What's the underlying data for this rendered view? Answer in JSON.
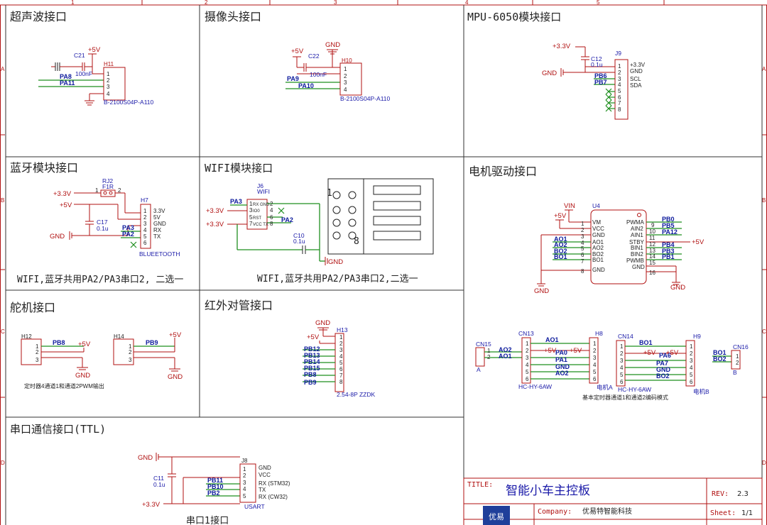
{
  "border": {
    "columns": [
      "1",
      "2",
      "3",
      "4",
      "5"
    ],
    "rows": [
      "A",
      "B",
      "C",
      "D"
    ]
  },
  "sections": {
    "ultrasonic": "超声波接口",
    "camera": "摄像头接口",
    "mpu": "MPU-6050模块接口",
    "bluetooth": "蓝牙模块接口",
    "wifi": "WIFI模块接口",
    "motor": "电机驱动接口",
    "servo": "舵机接口",
    "infrared": "红外对管接口",
    "serial": "串口通信接口(TTL)"
  },
  "notes": {
    "bt_share": "WIFI,蓝牙共用PA2/PA3串口2, 二选一",
    "wifi_share": "WIFI,蓝牙共用PA2/PA3串口2,二选一",
    "servo_pwm": "定时器4通道1和通道2PWM输出",
    "encoder": "基本定时器通道1和通道2编码模式",
    "serial1": "串口1接口"
  },
  "power": {
    "p5": "+5V",
    "p33": "+3.3V",
    "gnd": "GND",
    "vin": "VIN"
  },
  "ultrasonic": {
    "cap": "C21",
    "cap_val": "100nF",
    "conn": "H11",
    "part": "B-2100S04P-A110",
    "nets": [
      "PA8",
      "PA11"
    ],
    "pins": [
      "1",
      "2",
      "3",
      "4"
    ]
  },
  "camera": {
    "cap": "C22",
    "cap_val": "100nF",
    "conn": "H10",
    "part": "B-2100S04P-A110",
    "nets": [
      "PA9",
      "PA10"
    ],
    "pins": [
      "1",
      "2",
      "3",
      "4"
    ]
  },
  "mpu": {
    "cap": "C12",
    "cap_val": "0.1u",
    "conn": "J9",
    "nets": [
      "PB6",
      "PB7"
    ],
    "pins": [
      "1",
      "2",
      "3",
      "4",
      "5",
      "6",
      "7",
      "8"
    ],
    "pin_names": [
      "+3.3V",
      "GND",
      "SCL",
      "SDA"
    ]
  },
  "bt": {
    "res": "RJ2",
    "res_val": "F1R",
    "cap": "C17",
    "cap_val": "0.1u",
    "conn": "H7",
    "nets": [
      "PA3",
      "PA2"
    ],
    "pins": [
      "1",
      "2",
      "3",
      "4",
      "5",
      "6"
    ],
    "pin_names": [
      "3.3V",
      "5V",
      "GND",
      "RX",
      "TX"
    ],
    "part": "BLUEETOOTH",
    "res_pins": [
      "1",
      "2"
    ]
  },
  "wifi": {
    "conn": "J6",
    "name": "WIFI",
    "cap": "C10",
    "cap_val": "0.1u",
    "nets": [
      "PA3",
      "PA2"
    ],
    "pins_l": [
      "1",
      "3",
      "5",
      "7"
    ],
    "pins_r": [
      "2",
      "4",
      "6",
      "8"
    ],
    "names_l": [
      "RX GND",
      "IO0",
      "RST",
      "VCC  TX"
    ],
    "names_r": [],
    "fp_1": "1",
    "fp_8": "8"
  },
  "motor": {
    "ic": "U4",
    "left_nets": [
      "AO1",
      "AO2",
      "BO2",
      "BO1"
    ],
    "left_pins": [
      "1",
      "2",
      "3",
      "4",
      "5",
      "6",
      "7",
      "8"
    ],
    "left_names": [
      "VM",
      "VCC",
      "GND",
      "AO1",
      "AO2",
      "BO2",
      "BO1",
      "GND"
    ],
    "right_pins": [
      "9",
      "10",
      "11",
      "12",
      "13",
      "14",
      "15",
      "16"
    ],
    "right_names": [
      "PWMA",
      "AIN2",
      "AIN1",
      "STBY",
      "BIN1",
      "BIN2",
      "PWMB",
      "GND"
    ],
    "right_nets": [
      "PB0",
      "PB5",
      "PA12",
      "PB4",
      "PB3",
      "PB1"
    ]
  },
  "servo": {
    "conn1": "H12",
    "conn2": "H14",
    "nets": [
      "PB8",
      "PB9"
    ],
    "pins": [
      "1",
      "2",
      "3"
    ]
  },
  "ir": {
    "conn": "H13",
    "part": "2.54-8P ZZDK",
    "nets": [
      "PB12",
      "PB13",
      "PB14",
      "PB15",
      "PB8",
      "PB9"
    ],
    "pins": [
      "1",
      "2",
      "3",
      "4",
      "5",
      "6",
      "7",
      "8"
    ]
  },
  "encoder": {
    "cn15": "CN15",
    "cn13": "CN13",
    "h8": "H8",
    "cn14": "CN14",
    "h9": "H9",
    "cn16": "CN16",
    "a": "A",
    "b": "B",
    "modA": "电机A",
    "modB": "电机B",
    "hc": "HC-HY-6AW",
    "netsA": [
      "AO1",
      "PA0",
      "PA1",
      "GND",
      "AO2"
    ],
    "netsB": [
      "BO1",
      "PA6",
      "PA7",
      "GND",
      "BO2"
    ],
    "pins6": [
      "1",
      "2",
      "3",
      "4",
      "5",
      "6"
    ],
    "pins2": [
      "1",
      "2"
    ],
    "a_nets": [
      "AO2",
      "AO1"
    ],
    "b_nets": [
      "BO1",
      "BO2"
    ]
  },
  "serial": {
    "conn": "J8",
    "cap": "C11",
    "cap_val": "0.1u",
    "nets": [
      "PB11",
      "PB10",
      "PB2"
    ],
    "pins": [
      "1",
      "2",
      "3",
      "4",
      "5"
    ],
    "names": [
      "GND",
      "VCC",
      "RX (STM32)",
      "TX",
      "RX (CW32)"
    ],
    "part": "USART"
  },
  "titleblock": {
    "title_label": "TITLE:",
    "title": "智能小车主控板",
    "rev_label": "REV:",
    "rev": "2.3",
    "company_label": "Company:",
    "company": "优易特智能科技",
    "sheet_label": "Sheet:",
    "sheet": "1/1",
    "logo_text": "优易"
  },
  "colors": {
    "border": "#b01010",
    "wire": "#1f8f1f",
    "net": "#0c1a9c",
    "component": "#b01010"
  }
}
